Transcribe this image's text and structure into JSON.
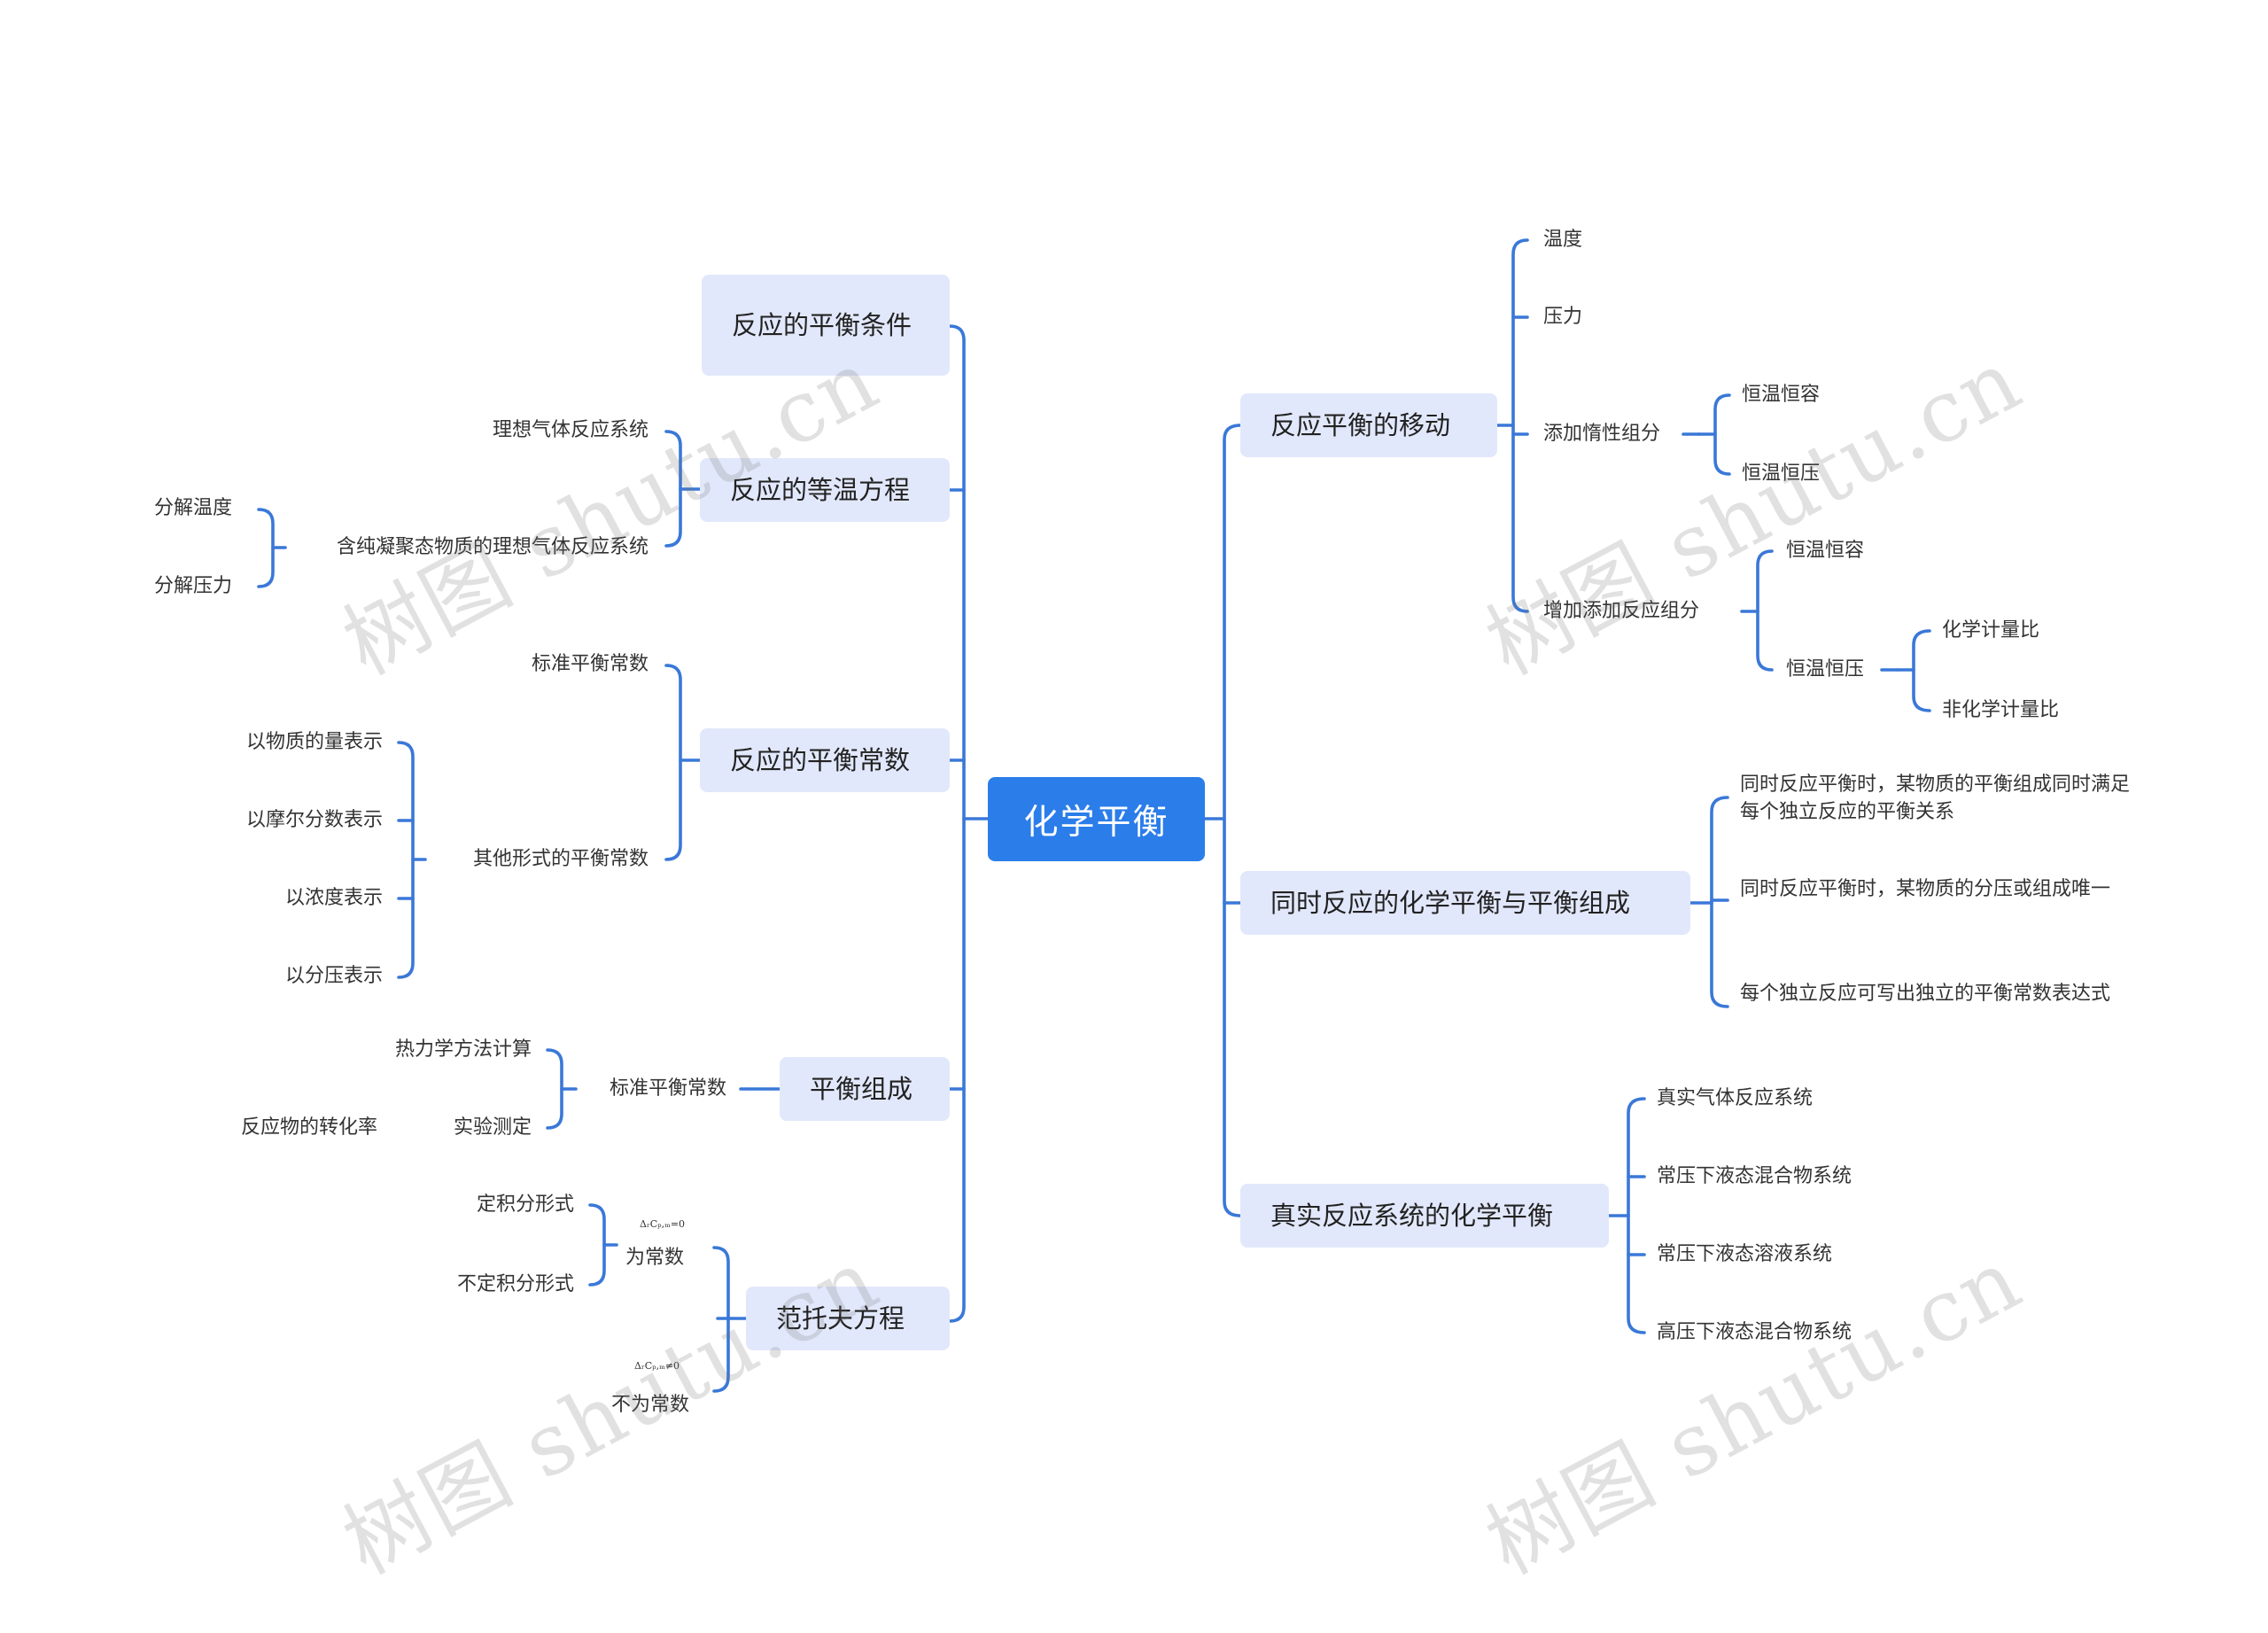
{
  "root": "化学平衡",
  "left": {
    "b1": "反应的平衡条件",
    "b2": "反应的等温方程",
    "b2_l1": "理想气体反应系统",
    "b2_l2": "含纯凝聚态物质的理想气体反应系统",
    "b2_l2a": "分解温度",
    "b2_l2b": "分解压力",
    "b3": "反应的平衡常数",
    "b3_l1": "标准平衡常数",
    "b3_l2": "其他形式的平衡常数",
    "b3_l2a": "以物质的量表示",
    "b3_l2b": "以摩尔分数表示",
    "b3_l2c": "以浓度表示",
    "b3_l2d": "以分压表示",
    "b4": "平衡组成",
    "b4_l1": "标准平衡常数",
    "b4_l1a": "热力学方法计算",
    "b4_l1b": "实验测定",
    "b4_x": "反应物的转化率",
    "b5": "范托夫方程",
    "b5_t1": "ΔᵣCₚ,ₘ=0",
    "b5_l1": "为常数",
    "b5_l1a": "定积分形式",
    "b5_l1b": "不定积分形式",
    "b5_t2": "ΔᵣCₚ,ₘ≠0",
    "b5_l2": "不为常数"
  },
  "right": {
    "b1": "反应平衡的移动",
    "b1_l1": "温度",
    "b1_l2": "压力",
    "b1_l3": "添加惰性组分",
    "b1_l3a": "恒温恒容",
    "b1_l3b": "恒温恒压",
    "b1_l4": "增加添加反应组分",
    "b1_l4a": "恒温恒容",
    "b1_l4b": "恒温恒压",
    "b1_l4b1": "化学计量比",
    "b1_l4b2": "非化学计量比",
    "b2": "同时反应的化学平衡与平衡组成",
    "b2_l1": "同时反应平衡时，某物质的平衡组成同时满足每个独立反应的平衡关系",
    "b2_l2": "同时反应平衡时，某物质的分压或组成唯一",
    "b2_l3": "每个独立反应可写出独立的平衡常数表达式",
    "b3": "真实反应系统的化学平衡",
    "b3_l1": "真实气体反应系统",
    "b3_l2": "常压下液态混合物系统",
    "b3_l3": "常压下液态溶液系统",
    "b3_l4": "高压下液态混合物系统"
  },
  "watermark": "树图 shutu.cn",
  "colors": {
    "line": "#3a78d8",
    "root": "#2b7de9",
    "box": "#e2e8fb"
  }
}
